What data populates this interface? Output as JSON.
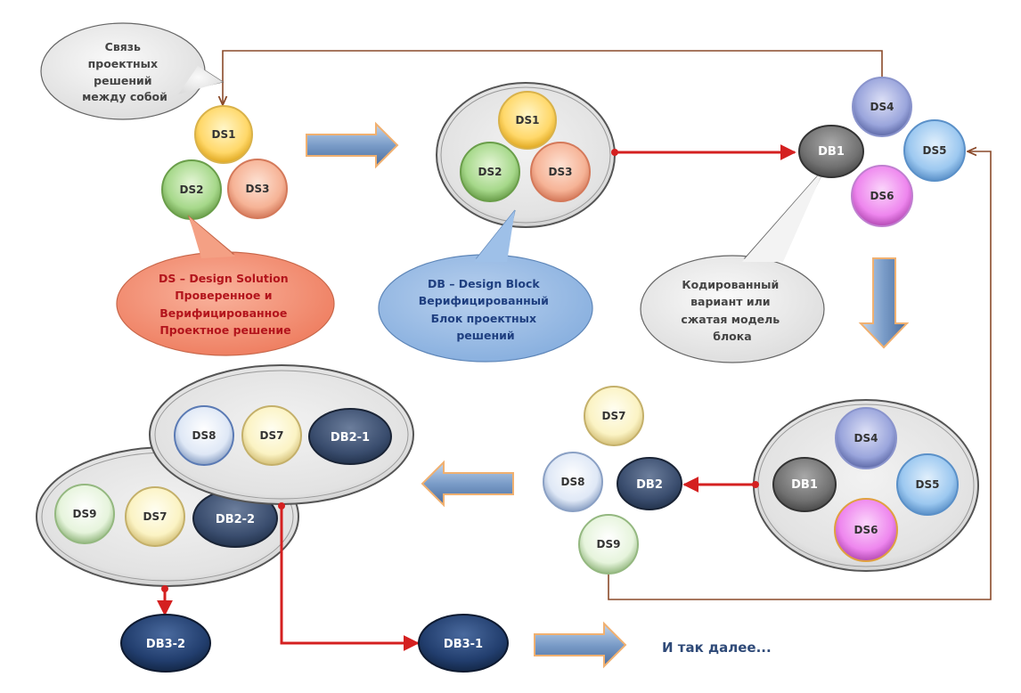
{
  "callouts": {
    "link": [
      "Связь",
      "проектных",
      "решений",
      "между собой"
    ],
    "ds": [
      "DS – Design Solution",
      "Проверенное и",
      "Верифицированное",
      "Проектное решение"
    ],
    "db": [
      "DB – Design Block",
      "Верифицированный",
      "Блок проектных",
      "решений"
    ],
    "coded": [
      "Кодированный",
      "вариант или",
      "сжатая модель",
      "блока"
    ]
  },
  "nodes": {
    "ds1": "DS1",
    "ds2": "DS2",
    "ds3": "DS3",
    "ds4": "DS4",
    "ds5": "DS5",
    "ds6": "DS6",
    "ds7": "DS7",
    "ds8": "DS8",
    "ds9": "DS9",
    "db1": "DB1",
    "db2": "DB2",
    "db2_1": "DB2-1",
    "db2_2": "DB2-2",
    "db3_1": "DB3-1",
    "db3_2": "DB3-2"
  },
  "etc": "И так далее...",
  "colors": {
    "red_connector": "#d42020",
    "brown_connector": "#8a4a2a",
    "ds_callout": "#f08c70",
    "db_callout": "#8fb4e0",
    "db_dark": "#334a6e",
    "db_navy": "#1e3560",
    "db1_gray": "#6e6e6e"
  }
}
